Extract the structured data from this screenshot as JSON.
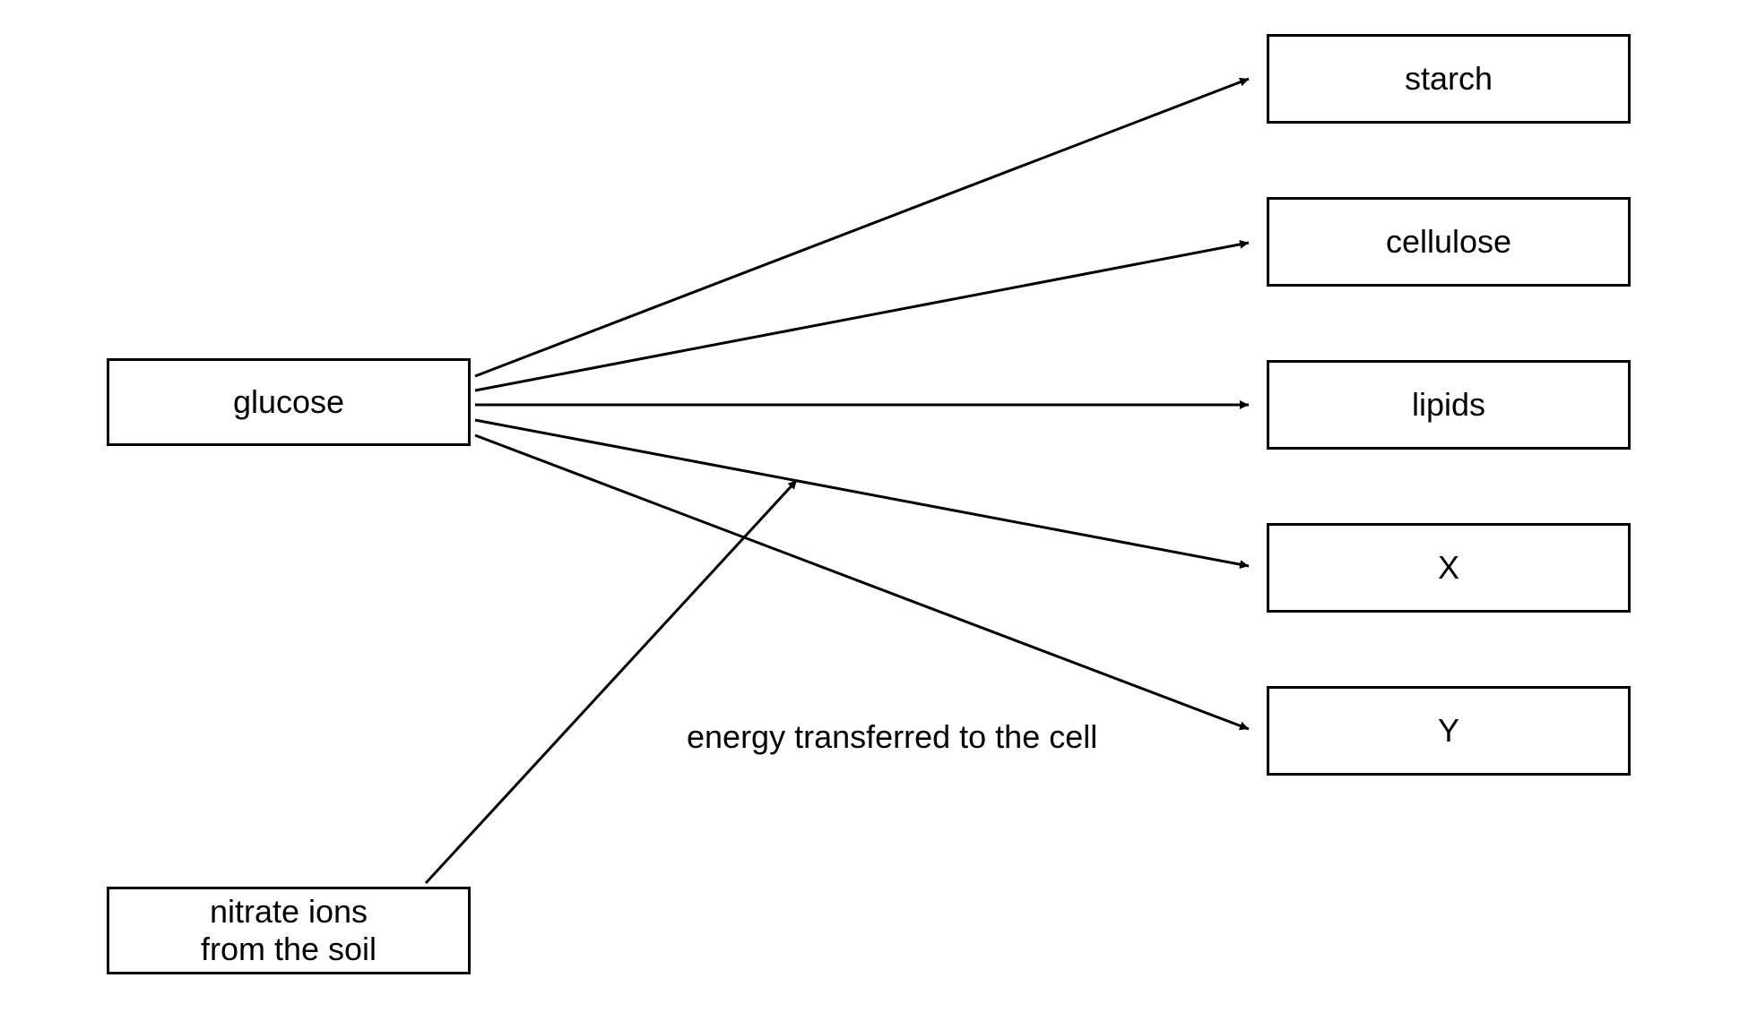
{
  "boxes": {
    "glucose": "glucose",
    "nitrate_line1": "nitrate ions",
    "nitrate_line2": "from the soil",
    "starch": "starch",
    "cellulose": "cellulose",
    "lipids": "lipids",
    "x": "X",
    "y": "Y"
  },
  "labels": {
    "energy": "energy transferred to the cell"
  },
  "colors": {
    "line": "#000000"
  }
}
